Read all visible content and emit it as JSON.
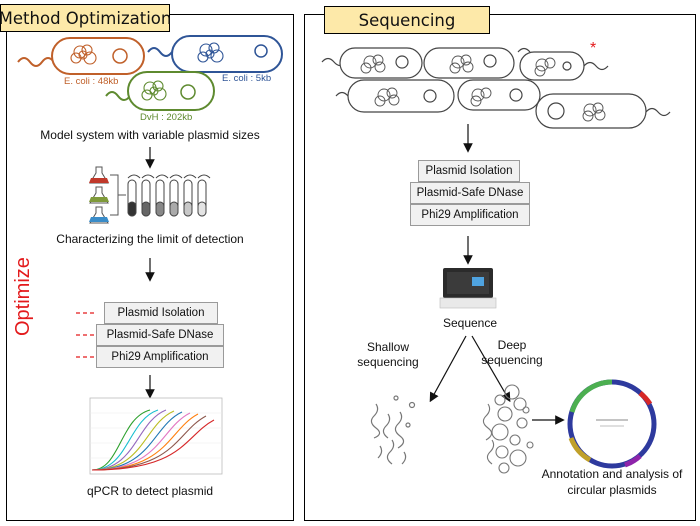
{
  "panels": {
    "left_title": "Method Optimization",
    "right_title": "Sequencing"
  },
  "left": {
    "bacteria": {
      "ecoli48": "E. coli : 48kb",
      "ecoli5": "E. coli : 5kb",
      "dvh": "DvH : 202kb"
    },
    "model_caption": "Model system with variable plasmid sizes",
    "lod_caption": "Characterizing the limit of detection",
    "optimize_label": "Optimize",
    "steps": [
      "Plasmid Isolation",
      "Plasmid-Safe DNase",
      "Phi29 Amplification"
    ],
    "qpcr_caption": "qPCR to detect plasmid"
  },
  "right": {
    "steps": [
      "Plasmid Isolation",
      "Plasmid-Safe DNase",
      "Phi29 Amplification"
    ],
    "sequence_caption": "Sequence",
    "shallow_caption": "Shallow\nsequencing",
    "deep_caption": "Deep\nsequencing",
    "annotation_caption": "Annotation and analysis of\ncircular plasmids",
    "star": "*"
  },
  "colors": {
    "title_fill": "#fde9a9",
    "ecoli48": "#c0602a",
    "ecoli5": "#2f5597",
    "dvh": "#5e8a2f",
    "optimize": "#e31a1c",
    "box_fill": "#f1f1f1"
  }
}
